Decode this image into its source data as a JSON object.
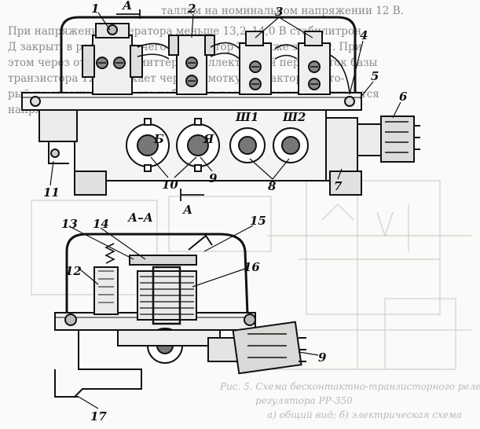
{
  "background_text": [
    "таллам на номинальном напряжении 12 В.",
    "При напряжении генератора меньше 13,2–14,0 В стабилитрон",
    "Д закрыт, в результате чего транзистор Т1 также закрыт. При",
    "этом через открытый эмиттерно-коллекторный переход ток базы",
    "транзистора Т2 протекает через обмотку контактора, кото-",
    "рый не отражается на его работе и в результате устанавливается",
    "напряжение генератора."
  ],
  "labels": {
    "l1": "1",
    "l2": "2",
    "l3": "3",
    "l4": "4",
    "l5": "5",
    "l6": "6",
    "l7": "7",
    "l8": "8",
    "l9": "9",
    "l10": "10",
    "l11": "11",
    "l12": "12",
    "l13": "13",
    "l14": "14",
    "l15": "15",
    "l16": "16",
    "l17": "17",
    "l9b": "9",
    "lB": "Б",
    "lYa": "Я",
    "lSh1": "Ш1",
    "lSh2": "Ш2",
    "lA_top": "А",
    "lA_bottom": "А",
    "lAA": "А–А"
  },
  "caption": [
    "Рис. 5. Схема бесконтактно-транзисторного реле-",
    "регулятора РР-350",
    "а) общий вид; б) электрическая схема"
  ],
  "colors": {
    "ink": "#111111",
    "faint": "#9a9a9a",
    "paper": "#fafaf8"
  }
}
